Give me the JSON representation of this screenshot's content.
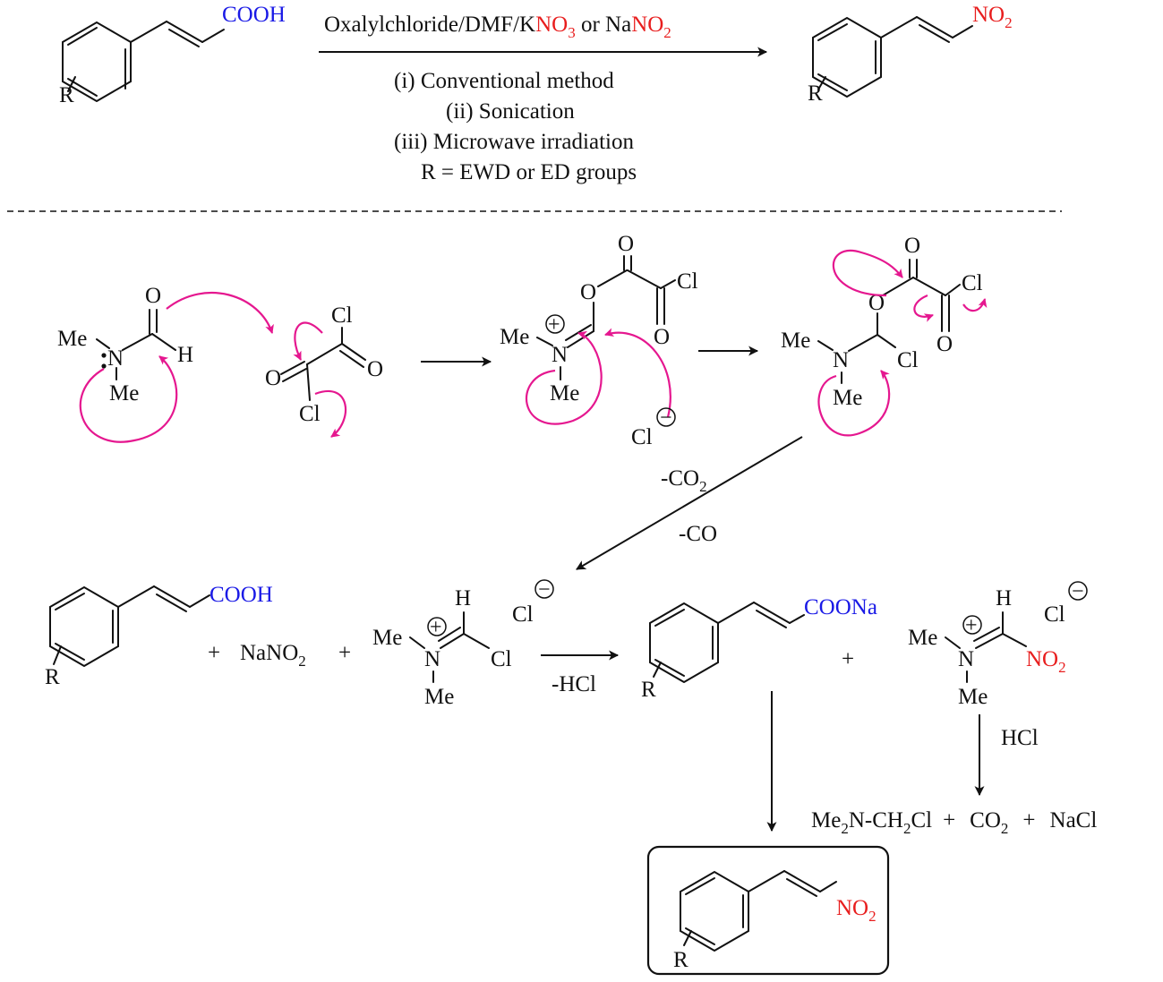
{
  "colors": {
    "acid_label": "#1a1ae6",
    "nitro_label": "#e81e1e",
    "electron_arrows": "#e5178f",
    "ink": "#111111"
  },
  "icons": {
    "curved_arrows": "curved-electron-arrow-icon",
    "charge": "charge-circle-icon"
  },
  "labels": {
    "cooh": "COOH",
    "no2_base": "NO",
    "no2_sub": "2",
    "r": "R",
    "me": "Me",
    "n": "N",
    "o": "O",
    "h": "H",
    "cl": "Cl",
    "plus": "+",
    "minus": "−",
    "coona": "COONa"
  },
  "top_reaction": {
    "reagent_parts": [
      "Oxalylchloride/DMF/K",
      "NO",
      "3",
      " or Na",
      "NO",
      "2"
    ],
    "conditions": [
      "(i) Conventional method",
      "(ii) Sonication",
      "(iii) Microwave irradiation",
      "R = EWD or ED groups"
    ]
  },
  "mechanism": {
    "loss_co2": "-CO",
    "loss_co2_sub": "2",
    "loss_co": "-CO",
    "reactant_nano2": [
      "NaNO",
      "2"
    ],
    "minus_hcl": "-HCl",
    "hcl": "HCl",
    "byproducts": [
      "Me",
      "2",
      "N-CH",
      "2",
      "Cl",
      "+",
      "CO",
      "2",
      "+",
      "NaCl"
    ]
  }
}
